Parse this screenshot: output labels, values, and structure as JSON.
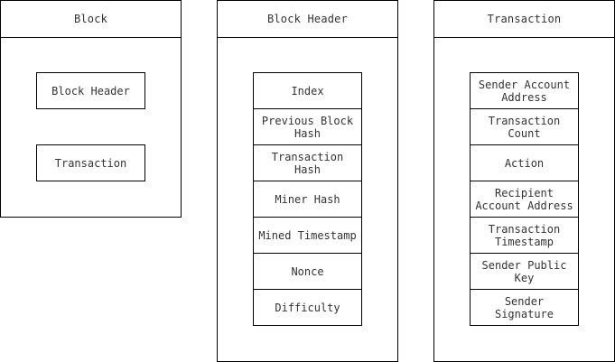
{
  "panels": {
    "block": {
      "title": "Block",
      "items": [
        "Block Header",
        "Transaction"
      ]
    },
    "block_header": {
      "title": "Block Header",
      "fields": [
        "Index",
        "Previous Block\nHash",
        "Transaction Hash",
        "Miner Hash",
        "Mined Timestamp",
        "Nonce",
        "Difficulty"
      ]
    },
    "transaction": {
      "title": "Transaction",
      "fields": [
        "Sender Account\nAddress",
        "Transaction\nCount",
        "Action",
        "Recipient\nAccount Address",
        "Transaction\nTimestamp",
        "Sender Public\nKey",
        "Sender Signature"
      ]
    }
  }
}
